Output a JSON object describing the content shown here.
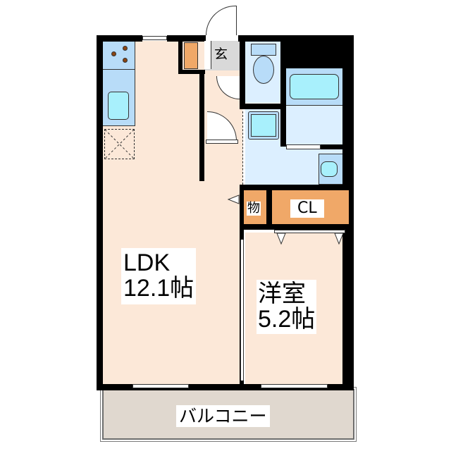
{
  "floor_plan": {
    "rooms": {
      "ldk": {
        "name": "LDK",
        "size": "12.1帖"
      },
      "western_room": {
        "name": "洋室",
        "size": "5.2帖"
      },
      "entrance": {
        "name": "玄"
      },
      "storage": {
        "name": "物"
      },
      "closet": {
        "name": "CL"
      },
      "balcony": {
        "name": "バルコニー"
      }
    },
    "colors": {
      "living_floor": "#fce8d8",
      "wet_area": "#dcefff",
      "fixture_blue": "#b8dcf8",
      "fixture_cyan": "#a8f0fc",
      "storage_orange": "#f0a868",
      "balcony_floor": "#e0d8cf",
      "entrance_gray": "#d9d9d9",
      "wall": "#000000",
      "stove_burner": "#8b4513"
    }
  }
}
